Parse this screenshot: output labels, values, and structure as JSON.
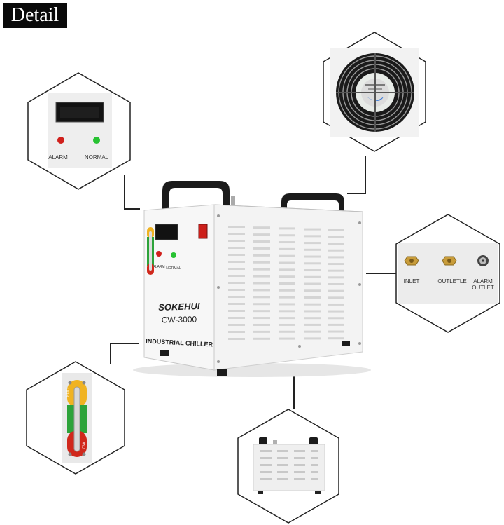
{
  "header": {
    "title": "Detail"
  },
  "product": {
    "brand": "SOKEHUI",
    "model": "CW-3000",
    "type": "INDUSTRIAL CHILLER"
  },
  "panel": {
    "alarm_label": "ALARM",
    "normal_label": "NORMAL"
  },
  "ports": {
    "inlet_label": "INLET",
    "outlet_label": "OUTLETLE",
    "alarm_outlet_line1": "ALARM",
    "alarm_outlet_line2": "OUTLET"
  },
  "gauge": {
    "full_label": "FULL",
    "low_label": "LOW"
  },
  "colors": {
    "alarm_led": "#d0201c",
    "normal_led": "#27c232",
    "body": "#f1f1f1",
    "handle": "#1b1b1b",
    "title_bg": "#0a0a0a"
  }
}
